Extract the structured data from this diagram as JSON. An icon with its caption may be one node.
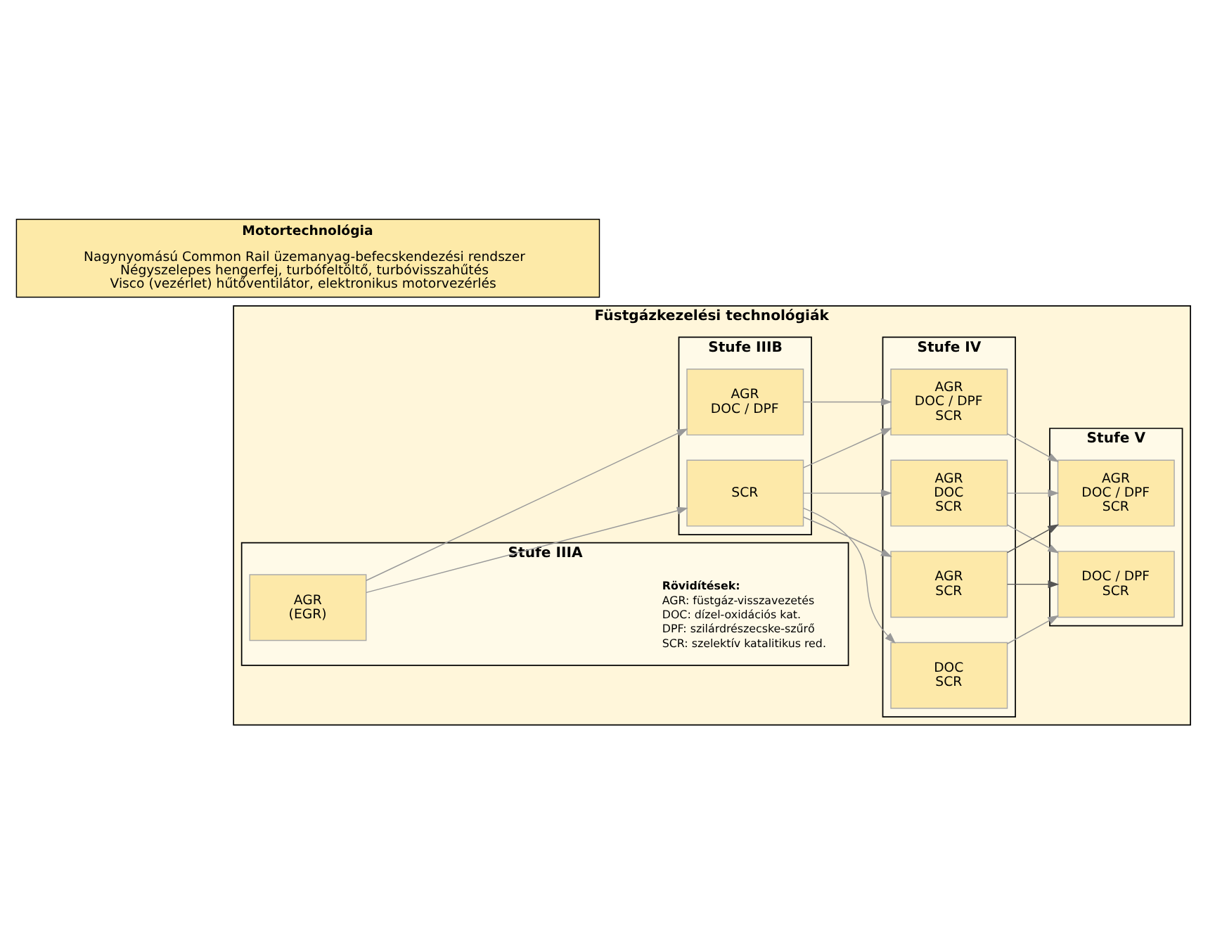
{
  "diagram": {
    "nodes": [
      {
        "text": [
          "Füstgázkezelési technológiák"
        ]
      },
      {
        "text": [
          "Stufe IIIA"
        ],
        "in": 0
      },
      {
        "text": [
          "AGR",
          "(EGR)"
        ],
        "in": 1
      },
      {
        "text": [
          "Stufe IIIB"
        ],
        "in": 0
      },
      {
        "text": [
          "AGR",
          "DOC / DPF"
        ],
        "in": 3
      },
      {
        "text": [
          "SCR"
        ],
        "in": 3
      },
      {
        "text": [
          "Stufe IV"
        ],
        "in": 0
      },
      {
        "text": [
          "AGR",
          "DOC / DPF",
          "SCR"
        ],
        "in": 6
      },
      {
        "text": [
          "AGR",
          "DOC",
          "SCR"
        ],
        "in": 6
      },
      {
        "text": [
          "AGR",
          "SCR"
        ],
        "in": 6
      },
      {
        "text": [
          "DOC",
          "SCR"
        ],
        "in": 6
      },
      {
        "text": [
          "Stufe V"
        ],
        "in": 0
      },
      {
        "text": [
          "AGR",
          "DOC / DPF",
          "SCR"
        ],
        "in": 11
      },
      {
        "text": [
          "DOC / DPF",
          "SCR"
        ],
        "in": 11
      },
      {
        "text": [
          "Motortechnológia",
          "Nagynyomású Common Rail üzemanyag-befecskendezési rendszer",
          "Négyszelepes hengerfej, turbófeltöltő, turbóvisszahűtés",
          "Visco (vezérlet) hűtőventilátor, elektronikus motorvezérlés"
        ]
      }
    ],
    "edges": [
      {
        "from": 2,
        "to": 4,
        "arrow": "to"
      },
      {
        "from": 2,
        "to": 5,
        "arrow": "to"
      },
      {
        "from": 4,
        "to": 7,
        "arrow": "to"
      },
      {
        "from": 5,
        "to": 7,
        "arrow": "to"
      },
      {
        "from": 5,
        "to": 8,
        "arrow": "to"
      },
      {
        "from": 5,
        "to": 9,
        "arrow": "to"
      },
      {
        "from": 5,
        "to": 10,
        "arrow": "to"
      },
      {
        "from": 7,
        "to": 12,
        "arrow": "to"
      },
      {
        "from": 8,
        "to": 12,
        "arrow": "to"
      },
      {
        "from": 8,
        "to": 13,
        "arrow": "to"
      },
      {
        "from": 9,
        "to": 12,
        "arrow": "to",
        "color": "#555555"
      },
      {
        "from": 9,
        "to": 13,
        "arrow": "to",
        "color": "#555555"
      },
      {
        "from": 10,
        "to": 13,
        "arrow": "to"
      }
    ],
    "labels": [
      "Rövidítések:",
      "AGR: füstgáz-visszavezetés",
      "DOC: dízel-oxidációs kat.",
      "DPF: szilárdrészecske-szűrő",
      "SCR: szelektív katalitikus red."
    ]
  }
}
